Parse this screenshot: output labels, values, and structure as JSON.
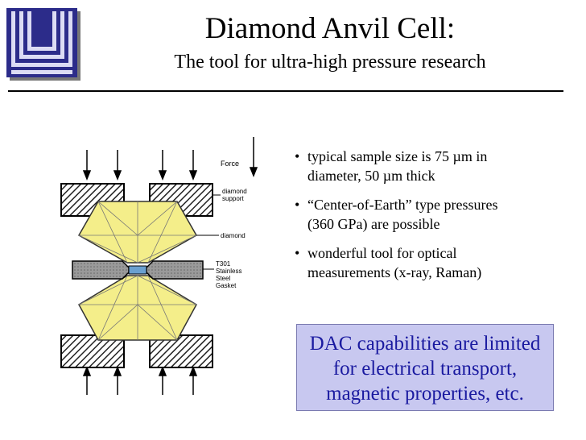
{
  "slide": {
    "title": "Diamond Anvil Cell:",
    "subtitle": "The tool for ultra-high pressure research"
  },
  "bullets": [
    {
      "lines": [
        "typical sample size is 75 µm in",
        "diameter, 50 µm thick"
      ]
    },
    {
      "lines": [
        "“Center-of-Earth” type pressures",
        "(360 GPa) are possible"
      ]
    },
    {
      "lines": [
        "wonderful tool for optical",
        "measurements (x-ray, Raman)"
      ]
    }
  ],
  "bullet_symbol": "•",
  "callout": {
    "lines": [
      "DAC capabilities are limited",
      "for electrical transport,",
      "magnetic properties, etc."
    ]
  },
  "diagram_labels": {
    "force": "Force",
    "diamond_support_1": "diamond",
    "diamond_support_2": "support",
    "diamond": "diamond",
    "gasket_1": "T301",
    "gasket_2": "Stainless",
    "gasket_3": "Steel",
    "gasket_4": "Gasket"
  },
  "colors": {
    "diamond": "#f4ee8a",
    "callout_bg": "#c8c8f0",
    "callout_text": "#1a1aa0",
    "logo": "#2c2c8a"
  }
}
